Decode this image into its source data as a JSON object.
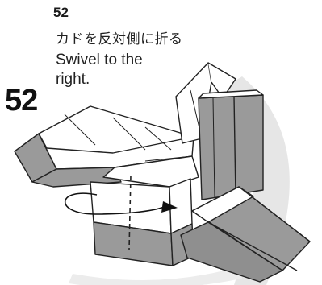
{
  "step": {
    "small_number": "52",
    "big_number": "52",
    "instruction_ja": "カドを反対側に折る",
    "instruction_en_line1": "Swivel to the",
    "instruction_en_line2": "right."
  },
  "colors": {
    "paper_gray": "#9a9a9a",
    "paper_white": "#ffffff",
    "backdrop_arc": "#e4e4e4",
    "line": "#222222"
  },
  "icons": {
    "swivel_arrow": "curved-arrow-icon",
    "fold_line": "dashed-valley-fold-line"
  }
}
